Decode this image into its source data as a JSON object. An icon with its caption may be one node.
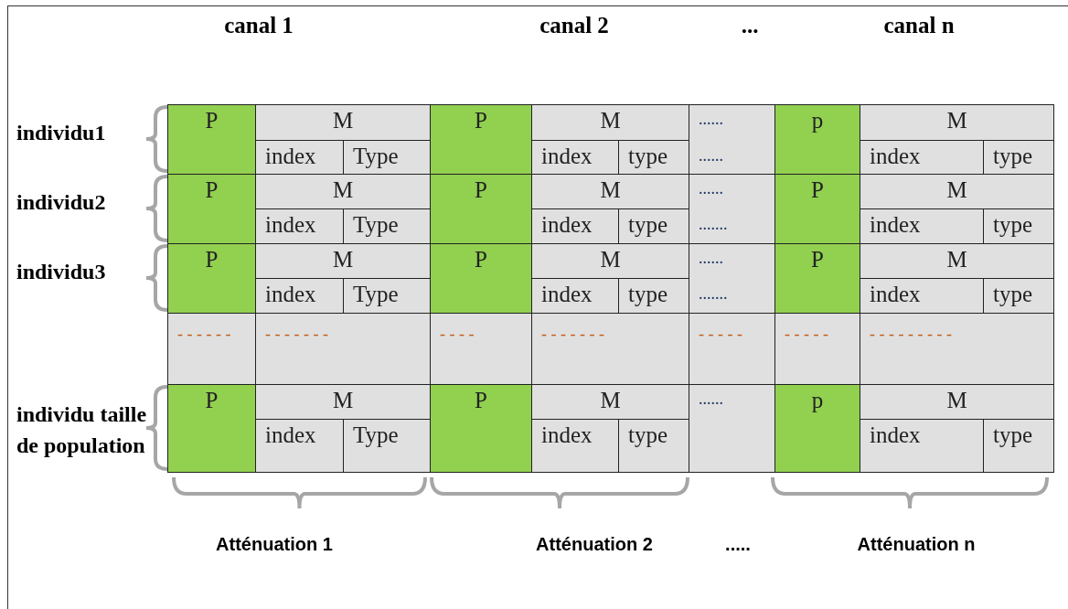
{
  "diagram": {
    "labels": [
      "canal 1",
      "canal 2",
      "...",
      "canal n",
      "individu1",
      "P",
      "M",
      "P",
      "M",
      "......",
      "p",
      "M",
      "index",
      "Type",
      "index",
      "type",
      "......",
      "index",
      "type",
      "individu2",
      "P",
      "M",
      "P",
      "M",
      "......",
      "P",
      "M",
      "index",
      "Type",
      "index",
      "type",
      ".......",
      "index",
      "type",
      "individu3",
      "P",
      "M",
      "P",
      "M",
      "......",
      "P",
      "M",
      "index",
      "Type",
      "index",
      "type",
      ".......",
      "index",
      "type",
      "- - - - - -",
      "- - - - - - -",
      "- - - -",
      "- - - - - - -",
      "- - - - -",
      "- - - - -",
      "- - - - - - - - -",
      "individu taille de population",
      "P",
      "M",
      "P",
      "M",
      "......",
      "p",
      "M",
      "index",
      "Type",
      "index",
      "type",
      "index",
      "type",
      "Atténuation 1",
      "Atténuation 2",
      ".....",
      "Atténuation n"
    ]
  }
}
